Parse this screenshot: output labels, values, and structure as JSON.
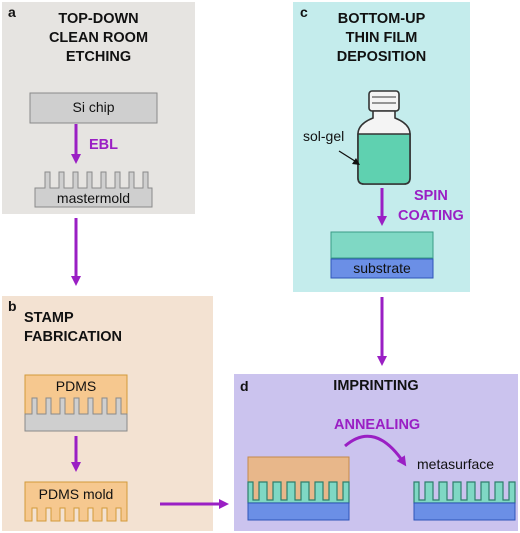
{
  "panels": {
    "a": {
      "letter": "a",
      "title_lines": [
        "TOP-DOWN",
        "CLEAN ROOM",
        "ETCHING"
      ],
      "chip_label": "Si chip",
      "step_label": "EBL",
      "mold_label": "mastermold"
    },
    "b": {
      "letter": "b",
      "title_lines": [
        "STAMP",
        "FABRICATION"
      ],
      "pdms_label": "PDMS",
      "mold_label": "PDMS mold"
    },
    "c": {
      "letter": "c",
      "title_lines": [
        "BOTTOM-UP",
        "THIN FILM",
        "DEPOSITION"
      ],
      "solgel_label": "sol-gel",
      "step_label_lines": [
        "SPIN",
        "COATING"
      ],
      "substrate_label": "substrate"
    },
    "d": {
      "letter": "d",
      "title": "IMPRINTING",
      "step_label": "ANNEALING",
      "result_label": "metasurface"
    }
  },
  "colors": {
    "panel_a_bg": "#e6e4e1",
    "panel_b_bg": "#f3e2d2",
    "panel_c_bg": "#c4ecec",
    "panel_d_bg": "#cbc3ee",
    "arrow": "#9a1fc4",
    "pdms_orange": "#f6c88f",
    "teal_film": "#7fd8c4",
    "substrate_blue": "#6b8fe6",
    "si_gray": "#cfcfcf"
  }
}
